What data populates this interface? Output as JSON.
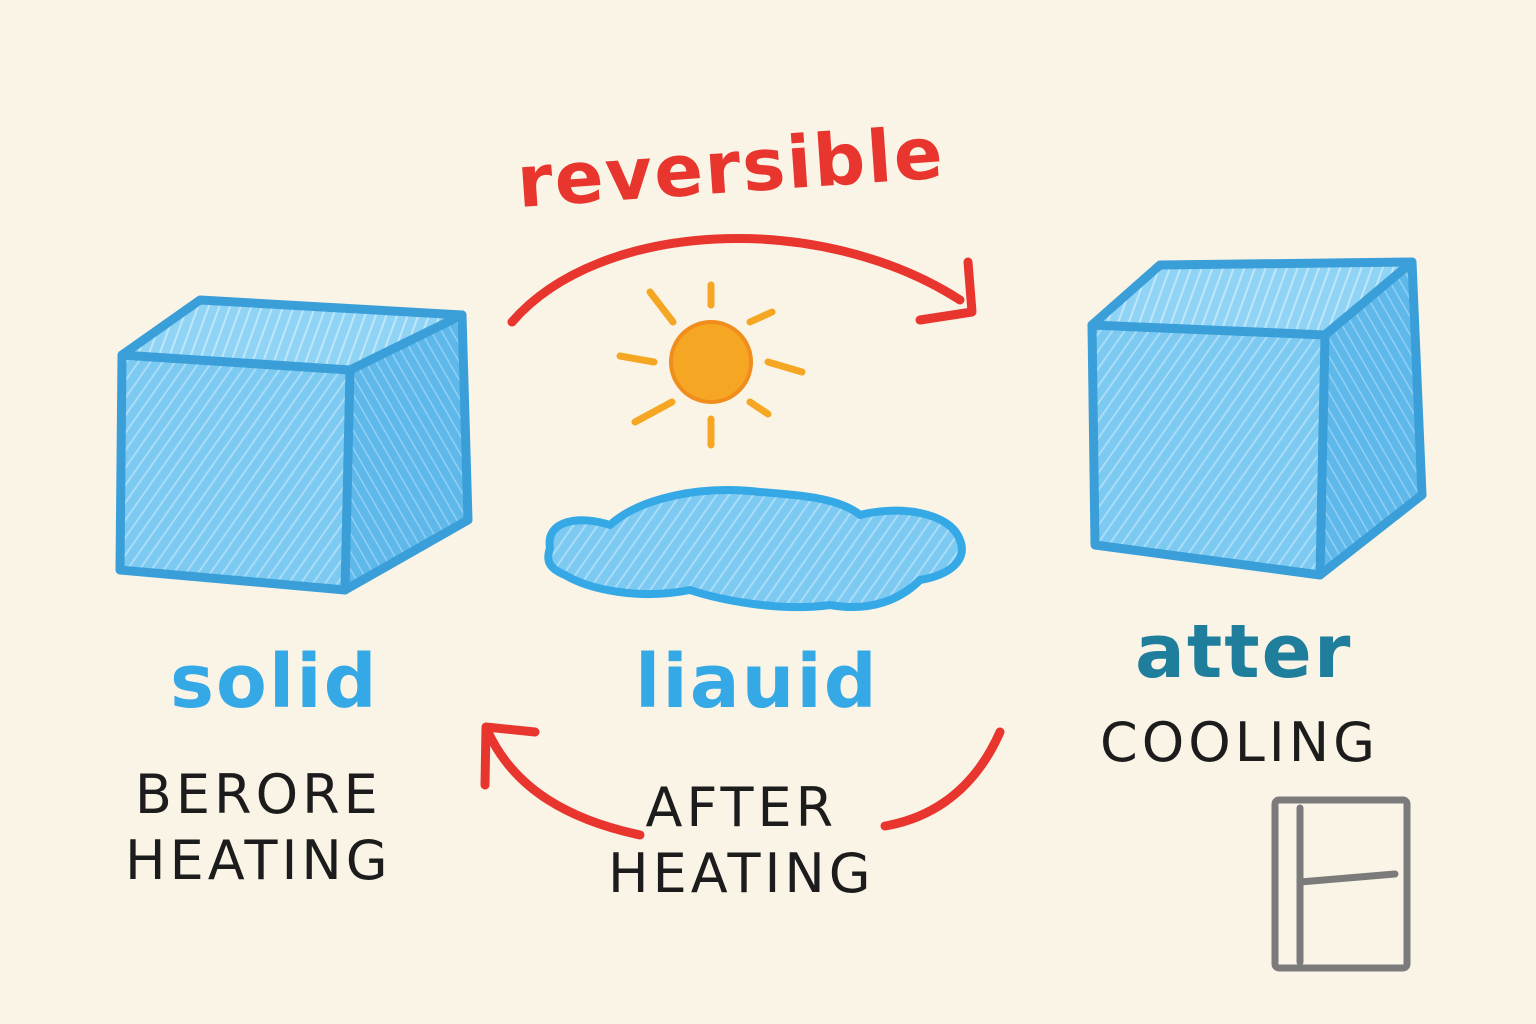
{
  "title": "reversible",
  "states": {
    "solid": {
      "name": "solid",
      "caption_line1": "BERORE",
      "caption_line2": "HEATING"
    },
    "liquid": {
      "name": "liauid",
      "caption_line1": "AFTER",
      "caption_line2": "HEATING"
    },
    "after": {
      "name": "atter",
      "caption_line1": "COOLING"
    }
  },
  "icons": [
    "ice-cube-icon",
    "sun-icon",
    "water-puddle-icon",
    "freezer-icon"
  ],
  "colors": {
    "background": "#faf4e6",
    "ice": "#6fc3ee",
    "ice_outline": "#3a9fd8",
    "arrow": "#e8362f",
    "sun": "#f5a623",
    "text_dark": "#1c1c1c",
    "label_blue": "#35a8e6",
    "label_teal": "#1f7e9c",
    "freezer": "#7b7b7b"
  }
}
